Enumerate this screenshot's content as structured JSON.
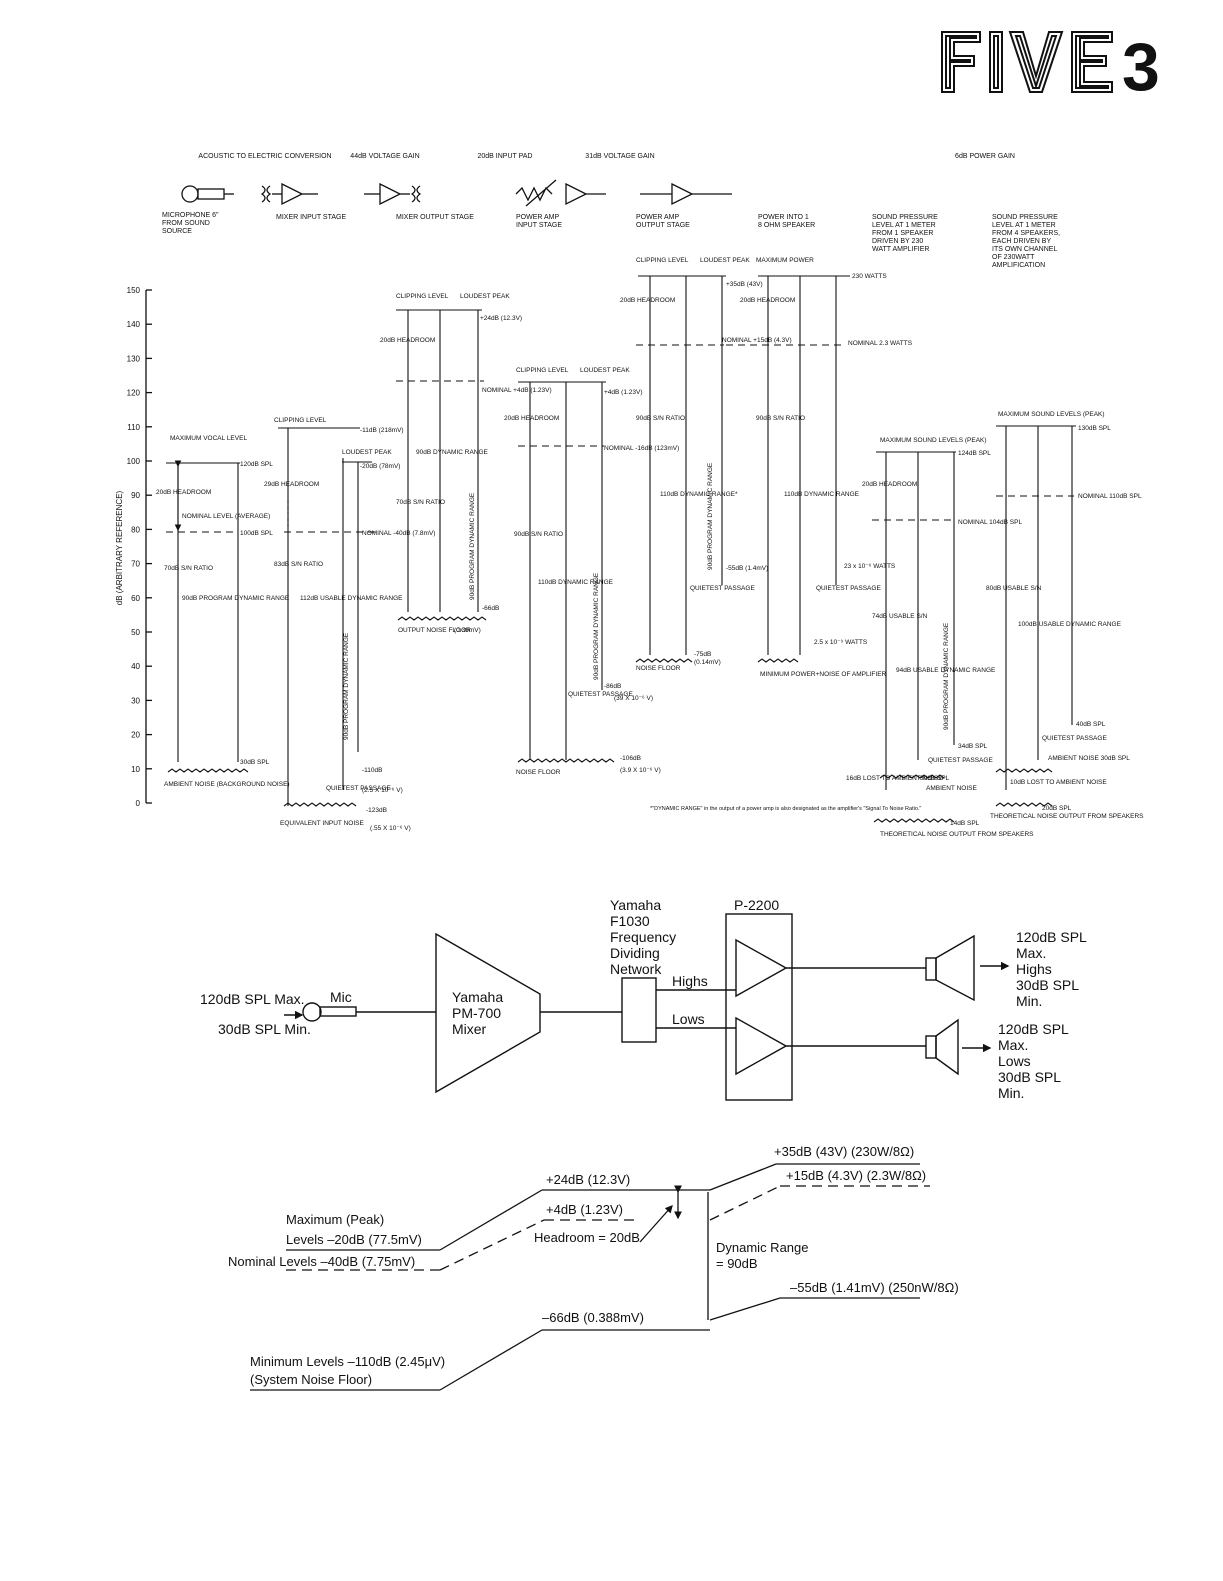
{
  "logo": {
    "text": "FIVE3"
  },
  "chain": {
    "top_labels": [
      "ACOUSTIC TO ELECTRIC CONVERSION",
      "44dB VOLTAGE GAIN",
      "20dB INPUT PAD",
      "31dB VOLTAGE GAIN",
      "6dB POWER GAIN"
    ],
    "stage_labels": [
      "MICROPHONE 6\" FROM SOUND SOURCE",
      "MIXER INPUT STAGE",
      "MIXER OUTPUT STAGE",
      "POWER AMP INPUT STAGE",
      "POWER AMP OUTPUT STAGE",
      "POWER INTO 1 8 OHM SPEAKER",
      "SOUND PRESSURE LEVEL AT 1 METER FROM 1 SPEAKER DRIVEN BY 230 WATT AMPLIFIER",
      "SOUND PRESSURE LEVEL AT 1 METER FROM 4 SPEAKERS, EACH DRIVEN BY ITS OWN CHANNEL OF 230WATT AMPLIFICATION"
    ]
  },
  "axis": {
    "label": "dB (ARBITRARY REFERENCE)",
    "ticks": [
      "150",
      "140",
      "130",
      "120",
      "110",
      "100",
      "90",
      "80",
      "70",
      "60",
      "50",
      "40",
      "30",
      "20",
      "10",
      "0"
    ]
  },
  "col1": {
    "max_vocal": "MAXIMUM VOCAL LEVEL",
    "spl120": "120dB SPL",
    "headroom": "20dB HEADROOM",
    "nominal": "NOMINAL LEVEL (AVERAGE)",
    "spl100": "100dB SPL",
    "sn": "70dB S/N RATIO",
    "prog": "90dB PROGRAM DYNAMIC RANGE",
    "spl30": "30dB SPL",
    "ambient": "AMBIENT NOISE (BACKGROUND NOISE)"
  },
  "col2": {
    "clip": "CLIPPING LEVEL",
    "loudest": "LOUDEST PEAK",
    "m11": "-11dB (218mV)",
    "m20": "-20dB (78mV)",
    "headroom": "29dB HEADROOM",
    "nominal": "NOMINAL -40dB (7.8mV)",
    "sn": "83dB S/N RATIO",
    "usable": "112dB USABLE DYNAMIC RANGE",
    "prog": "90dB PROGRAM DYNAMIC RANGE",
    "m110": "-110dB",
    "quietest": "QUIETEST PASSAGE",
    "q_val": "(2.5 X 10⁻⁶ V)",
    "m123": "-123dB",
    "ein": "EQUIVALENT INPUT NOISE",
    "ein_val": "(.55 X 10⁻⁶ V)"
  },
  "col3": {
    "clip": "CLIPPING LEVEL",
    "loudest": "LOUDEST PEAK",
    "p24": "+24dB (12.3V)",
    "headroom": "20dB HEADROOM",
    "nominal": "NOMINAL +4dB (1.23V)",
    "dyn": "90dB DYNAMIC RANGE",
    "sn": "70dB S/N RATIO",
    "prog": "90dB PROGRAM DYNAMIC RANGE",
    "m66": "-66dB",
    "floor": "OUTPUT NOISE FLOOR",
    "floor_val": "(0.39mV)"
  },
  "col4": {
    "clip": "CLIPPING LEVEL",
    "loudest": "LOUDEST PEAK",
    "p4": "+4dB (1.23V)",
    "headroom": "20dB HEADROOM",
    "nominal": "NOMINAL -16dB (123mV)",
    "sn": "90dB S/N RATIO",
    "dyn": "110dB DYNAMIC RANGE",
    "prog": "90dB PROGRAM DYNAMIC RANGE",
    "m86": "-86dB",
    "quietest": "QUIETEST PASSAGE",
    "q_val": "(39 X 10⁻⁶ V)",
    "m106": "-106dB",
    "floor": "NOISE FLOOR",
    "floor_val": "(3.9 X 10⁻⁶ V)"
  },
  "col5": {
    "clip": "CLIPPING LEVEL",
    "loudest": "LOUDEST PEAK",
    "p35": "+35dB (43V)",
    "headroom": "20dB HEADROOM",
    "nominal": "NOMINAL +15dB (4.3V)",
    "sn": "90dB S/N RATIO",
    "dyn": "110dB DYNAMIC RANGE*",
    "prog": "90dB PROGRAM DYNAMIC RANGE",
    "m55": "-55dB (1.4mV)",
    "quietest": "QUIETEST PASSAGE",
    "m75": "-75dB",
    "floor": "NOISE FLOOR",
    "floor_val": "(0.14mV)"
  },
  "col6": {
    "max_power": "MAXIMUM POWER",
    "w230": "230 WATTS",
    "headroom": "20dB HEADROOM",
    "nominal": "NOMINAL 2.3 WATTS",
    "sn": "90dB S/N RATIO",
    "dyn": "110dB DYNAMIC RANGE",
    "qw": "23 x 10⁻⁶ WATTS",
    "quietest": "QUIETEST PASSAGE",
    "minw": "2.5 x 10⁻⁹ WATTS",
    "minimum": "MINIMUM POWER+NOISE OF AMPLIFIER"
  },
  "col7": {
    "max": "MAXIMUM SOUND LEVELS (PEAK)",
    "spl124": "124dB SPL",
    "headroom": "20dB HEADROOM",
    "nominal": "NOMINAL 104dB SPL",
    "sn": "74dB USABLE S/N",
    "usable": "94dB USABLE DYNAMIC RANGE",
    "prog": "90dB PROGRAM DYNAMIC RANGE",
    "spl34": "34dB SPL",
    "quietest": "QUIETEST PASSAGE",
    "lost": "16dB LOST TO AMBIENT NOISE",
    "spl30": "30dB SPL",
    "ambient": "AMBIENT NOISE",
    "spl14": "14dB SPL",
    "theo": "THEORETICAL NOISE OUTPUT FROM SPEAKERS"
  },
  "col8": {
    "max": "MAXIMUM SOUND LEVELS (PEAK)",
    "spl130": "130dB SPL",
    "nominal": "NOMINAL 110dB SPL",
    "sn": "80dB USABLE S/N",
    "usable": "100dB USABLE DYNAMIC RANGE",
    "spl40": "40dB SPL",
    "quietest": "QUIETEST PASSAGE",
    "ambient": "AMBIENT NOISE 30dB SPL",
    "lost": "10dB LOST TO AMBIENT NOISE",
    "spl20": "20dB SPL",
    "theo": "THEORETICAL NOISE OUTPUT FROM SPEAKERS"
  },
  "footnote": "*\"DYNAMIC RANGE\" in the output of a power amp is also designated as the amplifier's \"Signal To Noise Ratio.\"",
  "block": {
    "input_max": "120dB SPL Max.",
    "input_min": "30dB SPL Min.",
    "mic": "Mic",
    "mixer": [
      "Yamaha",
      "PM-700",
      "Mixer"
    ],
    "xover": [
      "Yamaha",
      "F1030",
      "Frequency",
      "Dividing",
      "Network"
    ],
    "highs": "Highs",
    "lows": "Lows",
    "amp": "P-2200",
    "out_highs": [
      "120dB SPL",
      "Max.",
      "Highs",
      "30dB SPL",
      "Min."
    ],
    "out_lows": [
      "120dB SPL",
      "Max.",
      "Lows",
      "30dB SPL",
      "Min."
    ]
  },
  "levels": {
    "p35": "+35dB (43V) (230W/8Ω)",
    "p15": "+15dB (4.3V) (2.3W/8Ω)",
    "p24": "+24dB (12.3V)",
    "p4": "+4dB (1.23V)",
    "max_peak": "Maximum (Peak)",
    "levels_m20": "Levels –20dB (77.5mV)",
    "nominal": "Nominal Levels –40dB (7.75mV)",
    "headroom": "Headroom = 20dB",
    "dyn": "Dynamic Range",
    "dyn_val": "= 90dB",
    "m55": "–55dB (1.41mV) (250nW/8Ω)",
    "m66": "–66dB (0.388mV)",
    "min1": "Minimum Levels –110dB (2.45μV)",
    "min2": "(System Noise Floor)"
  }
}
